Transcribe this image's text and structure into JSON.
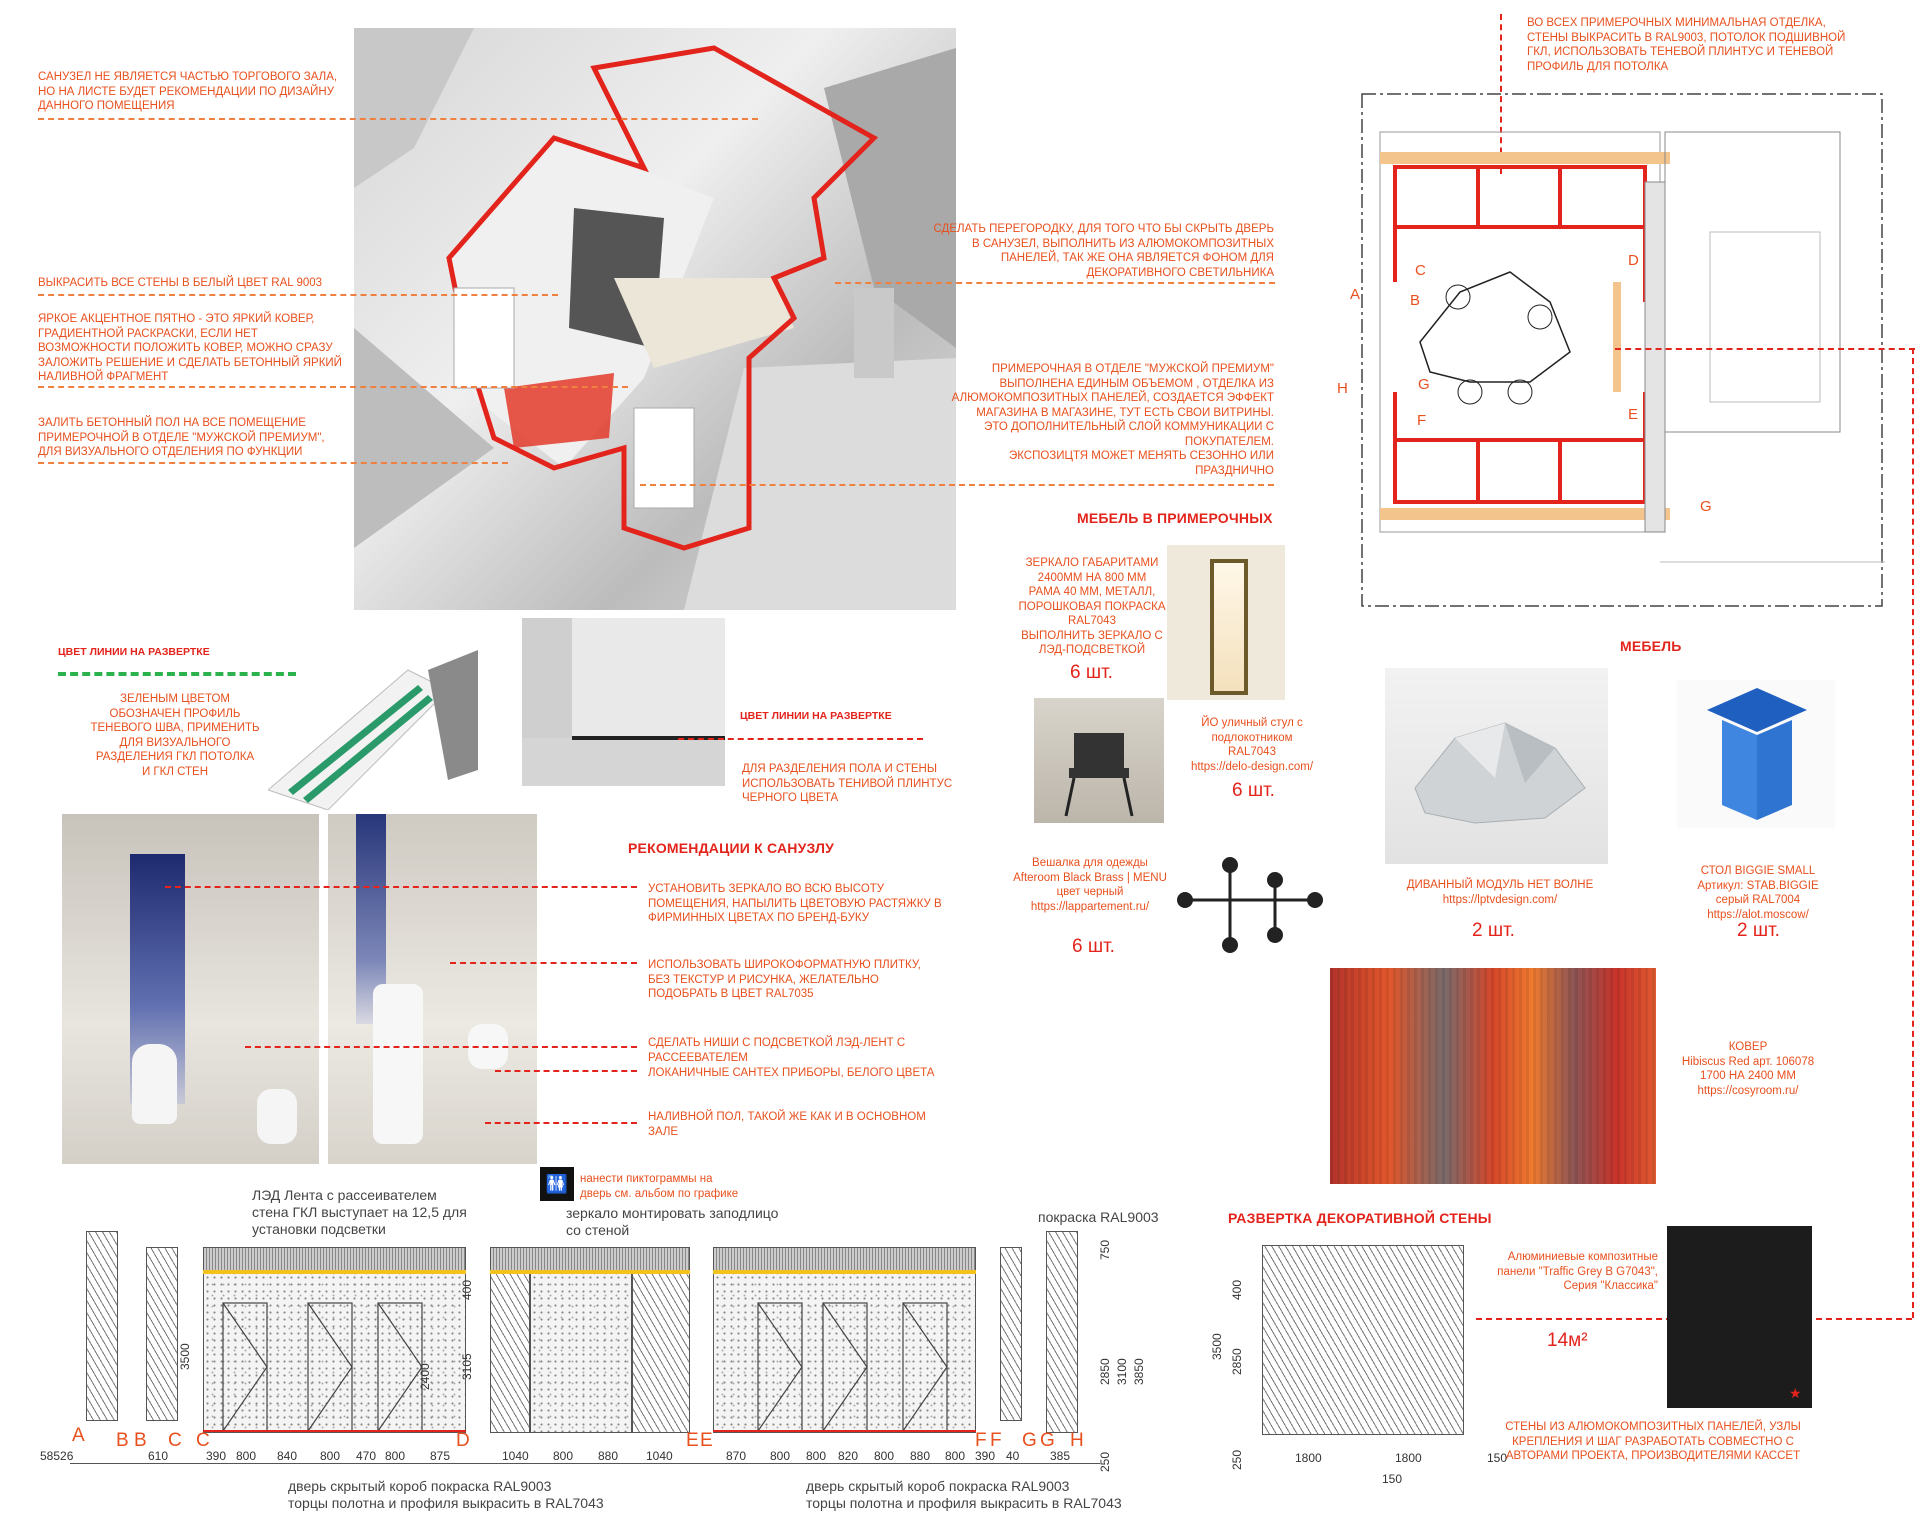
{
  "notes": {
    "toilet_not_sales": "САНУЗЕЛ НЕ ЯВЛЯЕТСЯ ЧАСТЬЮ ТОРГОВОГО ЗАЛА,\nНО НА ЛИСТЕ БУДЕТ РЕКОМЕНДАЦИИ ПО ДИЗАЙНУ\nДАННОГО ПОМЕЩЕНИЯ",
    "paint_walls": "ВЫКРАСИТЬ ВСЕ СТЕНЫ В БЕЛЫЙ ЦВЕТ RAL 9003",
    "carpet_accent": "ЯРКОЕ АКЦЕНТНОЕ ПЯТНО - ЭТО ЯРКИЙ КОВЕР,\nГРАДИЕНТНОЙ РАСКРАСКИ, ЕСЛИ НЕТ\nВОЗМОЖНОСТИ ПОЛОЖИТЬ КОВЕР, МОЖНО СРАЗУ\nЗАЛОЖИТЬ РЕШЕНИЕ И СДЕЛАТЬ БЕТОННЫЙ ЯРКИЙ\nНАЛИВНОЙ ФРАГМЕНТ",
    "concrete_floor": "ЗАЛИТЬ БЕТОННЫЙ ПОЛ НА ВСЕ ПОМЕЩЕНИЕ\nПРИМЕРОЧНОЙ В ОТДЕЛЕ \"МУЖСКОЙ ПРЕМИУМ\",\nДЛЯ ВИЗУАЛЬНОГО ОТДЕЛЕНИЯ ПО ФУНКЦИИ",
    "partition": "СДЕЛАТЬ ПЕРЕГОРОДКУ, ДЛЯ ТОГО ЧТО БЫ СКРЫТЬ ДВЕРЬ\nВ САНУЗЕЛ, ВЫПОЛНИТЬ ИЗ АЛЮМОКОМПОЗИТНЫХ\nПАНЕЛЕЙ, ТАК ЖЕ ОНА ЯВЛЯЕТСЯ ФОНОМ ДЛЯ\nДЕКОРАТИВНОГО СВЕТИЛЬНИКА",
    "fitting_room": "ПРИМЕРОЧНАЯ В ОТДЕЛЕ \"МУЖСКОЙ ПРЕМИУМ\"\nВЫПОЛНЕНА ЕДИНЫМ ОБЪЕМОМ , ОТДЕЛКА ИЗ\nАЛЮМОКОМПОЗИТНЫХ ПАНЕЛЕЙ, СОЗДАЕТСЯ ЭФФЕКТ\nМАГАЗИНА В МАГАЗИНЕ, ТУТ ЕСТЬ СВОИ ВИТРИНЫ.\nЭТО ДОПОЛНИТЕЛЬНЫЙ СЛОЙ КОММУНИКАЦИИ С\nПОКУПАТЕЛЕМ.\nЭКСПОЗИЦТЯ МОЖЕТ МЕНЯТЬ СЕЗОННО ИЛИ\nПРАЗДНИЧНО",
    "all_fitting": "ВО ВСЕХ ПРИМЕРОЧНЫХ МИНИМАЛЬНАЯ ОТДЕЛКА,\nСТЕНЫ ВЫКРАСИТЬ В RAL9003, ПОТОЛОК ПОДШИВНОЙ\nГКЛ, ИСПОЛЬЗОВАТЬ ТЕНЕВОЙ ПЛИНТУС И ТЕНЕВОЙ\nПРОФИЛЬ ДЛЯ ПОТОЛКА",
    "green_profile": "ЗЕЛЕНЫМ ЦВЕТОМ\nОБОЗНАЧЕН ПРОФИЛЬ\nТЕНЕВОГО ШВА, ПРИМЕНИТЬ\nДЛЯ ВИЗУАЛЬНОГО\nРАЗДЕЛЕНИЯ ГКЛ ПОТОЛКА\nИ ГКЛ СТЕН",
    "skirting": "ДЛЯ РАЗДЕЛЕНИЯ ПОЛА И СТЕНЫ\nИСПОЛЬЗОВАТЬ ТЕНИВОЙ ПЛИНТУС\nЧЕРНОГО ЦВЕТА",
    "bath_mirror": "УСТАНОВИТЬ ЗЕРКАЛО ВО ВСЮ ВЫСОТУ\nПОМЕЩЕНИЯ, НАПЫЛИТЬ ЦВЕТОВУЮ РАСТЯЖКУ В\nФИРМИННЫХ ЦВЕТАХ ПО БРЕНД-БУКУ",
    "bath_tile": "ИСПОЛЬЗОВАТЬ ШИРОКОФОРМАТНУЮ ПЛИТКУ,\nБЕЗ ТЕКСТУР И РИСУНКА, ЖЕЛАТЕЛЬНО\nПОДОБРАТЬ В ЦВЕТ RAL7035",
    "bath_niches": "СДЕЛАТЬ НИШИ С ПОДСВЕТКОЙ ЛЭД-ЛЕНТ С\nРАССЕЕВАТЕЛЕМ",
    "bath_fixtures": "ЛОКАНИЧНЫЕ САНТЕХ ПРИБОРЫ, БЕЛОГО ЦВЕТА",
    "bath_floor": "НАЛИВНОЙ ПОЛ, ТАКОЙ ЖЕ КАК И В ОСНОВНОМ\nЗАЛЕ"
  },
  "headings": {
    "line_color_1": "ЦВЕТ ЛИНИИ НА РАЗВЕРТКЕ",
    "line_color_2": "ЦВЕТ ЛИНИИ НА РАЗВЕРТКЕ",
    "bath_recs": "РЕКОМЕНДАЦИИ К САНУЗЛУ",
    "fitting_furniture": "МЕБЕЛЬ В ПРИМЕРОЧНЫХ",
    "furniture": "МЕБЕЛЬ",
    "decor_wall": "РАЗВЕРТКА ДЕКОРАТИВНОЙ СТЕНЫ"
  },
  "items": {
    "mirror": "ЗЕРКАЛО ГАБАРИТАМИ\n2400ММ НА 800 ММ\nРАМА 40 ММ, МЕТАЛЛ,\nПОРОШКОВАЯ ПОКРАСКА\nRAL7043\nВЫПОЛНИТЬ ЗЕРКАЛО С\nЛЭД-ПОДСВЕТКОЙ",
    "mirror_qty": "6 шт.",
    "chair": "ЙО уличный стул с\nподлокотником\nRAL7043\nhttps://delo-design.com/",
    "chair_qty": "6 шт.",
    "hanger": "Вешалка для одежды\nAfteroom Black Brass | MENU\nцвет черный\nhttps://lappartement.ru/",
    "hanger_qty": "6 шт.",
    "sofa": "ДИВАННЫЙ МОДУЛЬ НЕТ ВОЛНЕ\nhttps://lptvdesign.com/",
    "sofa_qty": "2 шт.",
    "table": "СТОЛ BIGGIE SMALL\nАртикул: STAB.BIGGIE\nсерый RAL7004\nhttps://alot.moscow/",
    "table_qty": "2 шт.",
    "carpet": "КОВЕР\nHibiscus Red арт. 106078\n1700 НА 2400 ММ\nhttps://cosyroom.ru/",
    "panels": "Алюминиевые композитные\nпанели \"Traffic Grey B G7043\",\nСерия \"Классика\"",
    "area": "14м²",
    "panels_note": "СТЕНЫ ИЗ АЛЮМОКОМПОЗИТНЫХ ПАНЕЛЕЙ, УЗЛЫ\nКРЕПЛЕНИЯ И ШАГ РАЗРАБОТАТЬ СОВМЕСТНО С\nАВТОРАМИ ПРОЕКТА, ПРОИЗВОДИТЕЛЯМИ КАССЕТ"
  },
  "elevation": {
    "led_note": "ЛЭД Лента с рассеивателем\nстена ГКЛ выступает на 12,5 для\nустановки подсветки",
    "pictogram_note": "нанести пиктограммы на\nдверь см. альбом по графике",
    "mirror_note": "зеркало монтировать заподлицо\nсо стеной",
    "paint_note": "покраска RAL9003",
    "door_note_1": "дверь скрытый короб покраска RAL9003\nторцы полотна и профиля выкрасить в RAL7043",
    "door_note_2": "дверь скрытый короб покраска RAL9003\nторцы полотна и профиля выкрасить в RAL7043",
    "axes": [
      "A",
      "B",
      "B",
      "C",
      "C",
      "D",
      "E",
      "E",
      "F",
      "F",
      "G",
      "G",
      "H"
    ],
    "bottom_dims": [
      "58526",
      "610",
      "390",
      "800",
      "840",
      "800",
      "470",
      "800",
      "875",
      "1040",
      "800",
      "880",
      "1040",
      "870",
      "800",
      "800",
      "820",
      "800",
      "880",
      "800",
      "390",
      "40",
      "385"
    ],
    "vertical_dims": [
      "3500",
      "400",
      "3105",
      "2400",
      "750",
      "2850",
      "3100",
      "3850",
      "250"
    ],
    "decor_vdims": [
      "3500",
      "400",
      "2850",
      "250"
    ],
    "decor_hdims": [
      "1800",
      "1800",
      "150",
      "150"
    ]
  },
  "plan_labels": [
    "A",
    "B",
    "C",
    "D",
    "E",
    "F",
    "G",
    "H",
    "G"
  ]
}
